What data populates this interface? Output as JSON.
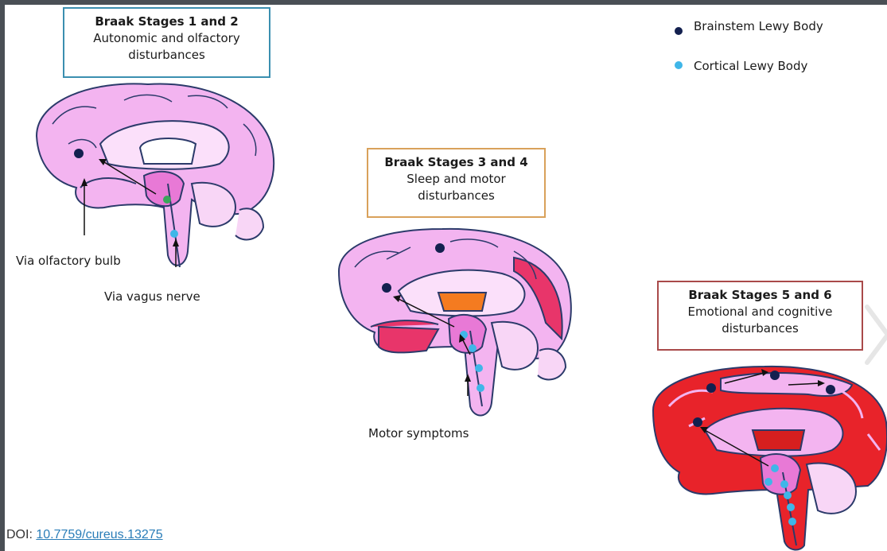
{
  "legend": {
    "items": [
      {
        "label": "Brainstem Lewy Body",
        "color": "#13204f"
      },
      {
        "label": "Cortical Lewy Body",
        "color": "#3fb6e8"
      }
    ]
  },
  "stages": [
    {
      "title": "Braak Stages 1 and 2",
      "subtitle_line1": "Autonomic and olfactory",
      "subtitle_line2": "disturbances"
    },
    {
      "title": "Braak Stages 3 and 4",
      "subtitle_line1": "Sleep and motor",
      "subtitle_line2": "disturbances"
    },
    {
      "title": "Braak Stages 5 and 6",
      "subtitle_line1": "Emotional and cognitive",
      "subtitle_line2": "disturbances"
    }
  ],
  "annotations": {
    "olfactory": "Via olfactory bulb",
    "vagus": "Via vagus nerve",
    "motor": "Motor symptoms"
  },
  "footer": {
    "doi_label": "DOI:",
    "doi_link": "10.7759/cureus.13275"
  },
  "colors": {
    "brain_pink": "#f3b4f0",
    "brain_outline": "#2b3a6a",
    "stage2_red": "#e8356a",
    "stage3_red": "#e8232a",
    "thalamus_orange": "#f47b20",
    "thalamus_red": "#d61f1f"
  }
}
